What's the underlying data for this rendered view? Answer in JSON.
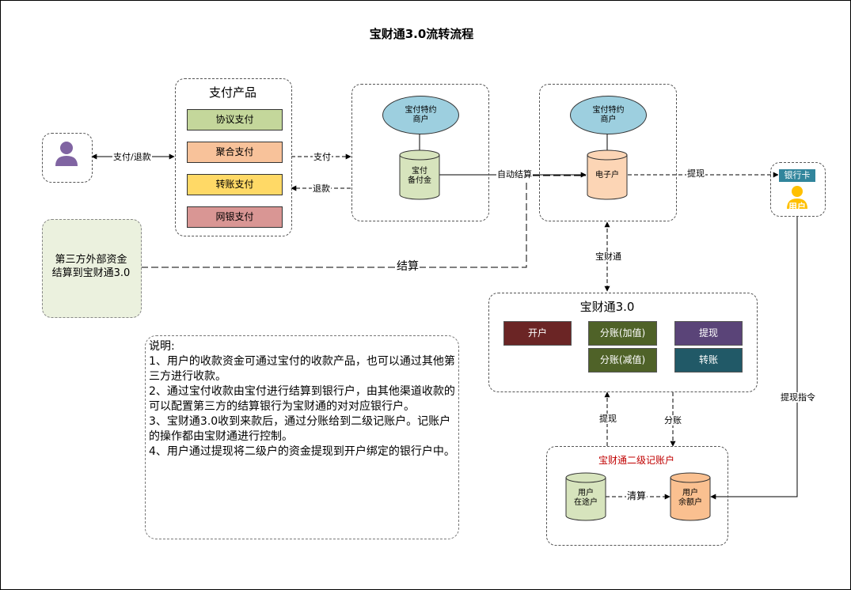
{
  "title": "宝财通3.0流转流程",
  "user_left": {
    "label": "用户"
  },
  "user_right": {
    "label": "用户",
    "bank_card": "银行卡"
  },
  "products": {
    "title": "支付产品",
    "items": [
      "协议支付",
      "聚合支付",
      "转账支付",
      "网银支付"
    ]
  },
  "merchant1": {
    "ellipse": "宝付特约\n商户",
    "cylinder": "宝付\n备付金"
  },
  "merchant2": {
    "ellipse": "宝付特约\n商户",
    "cylinder": "电子户"
  },
  "third_party": "第三方外部资金\n结算到宝财通3.0",
  "bct": {
    "title": "宝财通3.0",
    "open": "开户",
    "split_add": "分账(加值)",
    "split_sub": "分账(减值)",
    "withdraw": "提现",
    "transfer": "转账"
  },
  "sub_account": {
    "title": "宝财通二级记账户",
    "in_transit": "用户\n在途户",
    "balance": "用户\n余额户",
    "clearing": "清算"
  },
  "edge_labels": {
    "pay_refund": "支付/退款",
    "pay": "支付",
    "refund": "退款",
    "auto_settle": "自动结算",
    "withdraw_top": "提现",
    "settle": "结算",
    "bct_link": "宝财通",
    "withdraw_up": "提现",
    "split_down": "分账",
    "withdraw_cmd": "提现指令"
  },
  "notes": "说明:\n1、用户的收款资金可通过宝付的收款产品，也可以通过其他第三方进行收款。\n2、通过宝付收款由宝付进行结算到银行户，由其他渠道收款的可以配置第三方的结算银行为宝财通的对对应银行户。\n3、宝财通3.0收到来款后，通过分账给到二级记账户。记账户的操作都由宝财通进行控制。\n4、用户通过提现将二级户的资金提现到开户绑定的银行户中。",
  "colors": {
    "agreement": "#c4d79b",
    "aggregate": "#f8c29a",
    "transfer_pay": "#ffd966",
    "netbank": "#d99694",
    "open": "#6b2525",
    "split": "#4f6228",
    "withdraw": "#5a4478",
    "transfer": "#215967",
    "ellipse": "#9dcfdf",
    "person": "#8064a2",
    "person_right": "#ffc000"
  }
}
